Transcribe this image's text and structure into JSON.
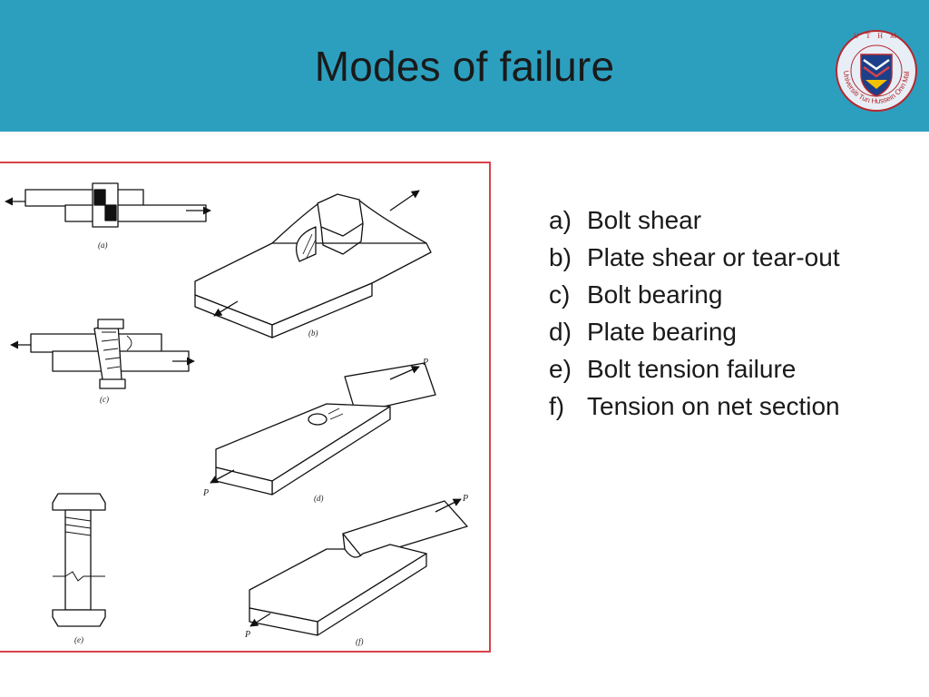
{
  "slide": {
    "title": "Modes of failure",
    "header_color": "#2c9fbf",
    "logo_text": "Universiti Tun Hussein Onn Malaysia",
    "logo_letters": "U T H M"
  },
  "figure": {
    "border_color": "#d7424c",
    "captions": {
      "a": "(a)",
      "b": "(b)",
      "c": "(c)",
      "d": "(d)",
      "e": "(e)",
      "f": "(f)"
    },
    "load_label": "P"
  },
  "failure_modes": [
    {
      "marker": "a)",
      "text": "Bolt shear"
    },
    {
      "marker": "b)",
      "text": "Plate shear or tear-out"
    },
    {
      "marker": "c)",
      "text": "Bolt bearing"
    },
    {
      "marker": "d)",
      "text": "Plate bearing"
    },
    {
      "marker": "e)",
      "text": "Bolt tension failure"
    },
    {
      "marker": "f)",
      "text": "Tension on net section"
    }
  ]
}
